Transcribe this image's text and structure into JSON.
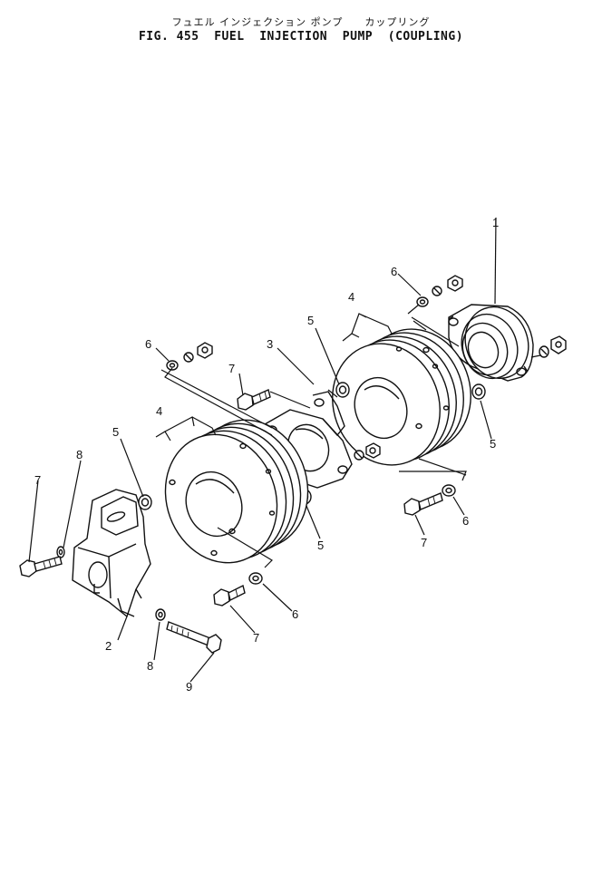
{
  "figure": {
    "title_jp": "フュエル インジェクション ポンプ　　カップリング",
    "title_en": "FIG. 455  FUEL  INJECTION  PUMP  (COUPLING)"
  },
  "callouts": {
    "c1": "1",
    "c2": "2",
    "c3": "3",
    "c4a": "4",
    "c4b": "4",
    "c5a": "5",
    "c5b": "5",
    "c5c": "5",
    "c5d": "5",
    "c6a": "6",
    "c6b": "6",
    "c6c": "6",
    "c6d": "6",
    "c7a": "7",
    "c7b": "7",
    "c7c": "7",
    "c7d": "7",
    "c8a": "8",
    "c8b": "8",
    "c9": "9"
  }
}
